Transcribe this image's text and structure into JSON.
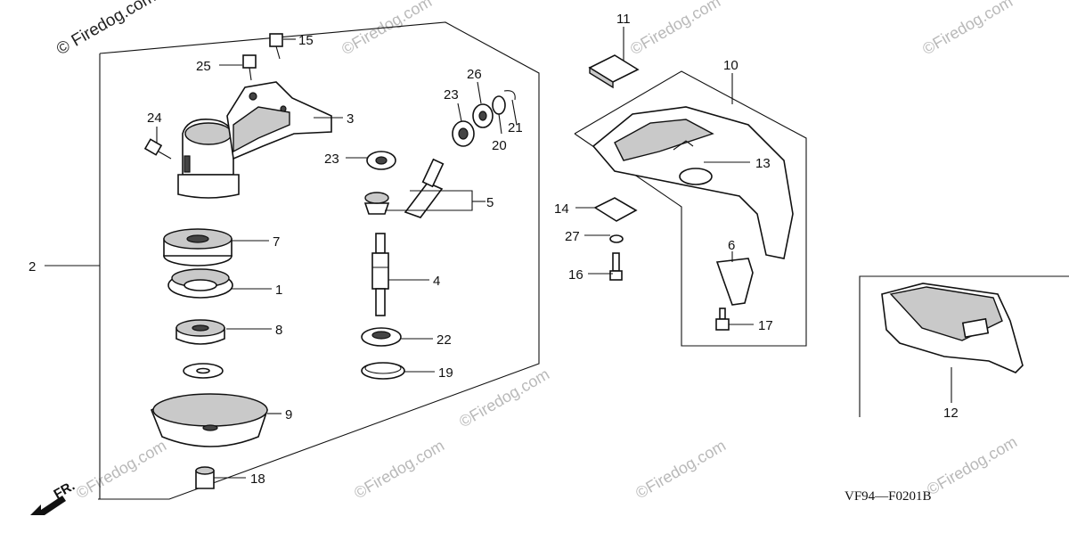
{
  "watermark": {
    "main": "© Firedog.com",
    "marks": [
      "©Firedog.com",
      "©Firedog.com",
      "©Firedog.com",
      "©Firedog.com",
      "©Firedog.com",
      "©Firedog.com",
      "©Firedog.com",
      "©Firedog.com"
    ]
  },
  "diagram_code": "VF94—F0201B",
  "front_arrow_label": "FR.",
  "callouts": [
    "1",
    "2",
    "3",
    "4",
    "5",
    "6",
    "7",
    "8",
    "9",
    "10",
    "11",
    "12",
    "13",
    "14",
    "15",
    "16",
    "17",
    "18",
    "19",
    "20",
    "21",
    "22",
    "23",
    "23",
    "24",
    "25",
    "26",
    "27"
  ]
}
